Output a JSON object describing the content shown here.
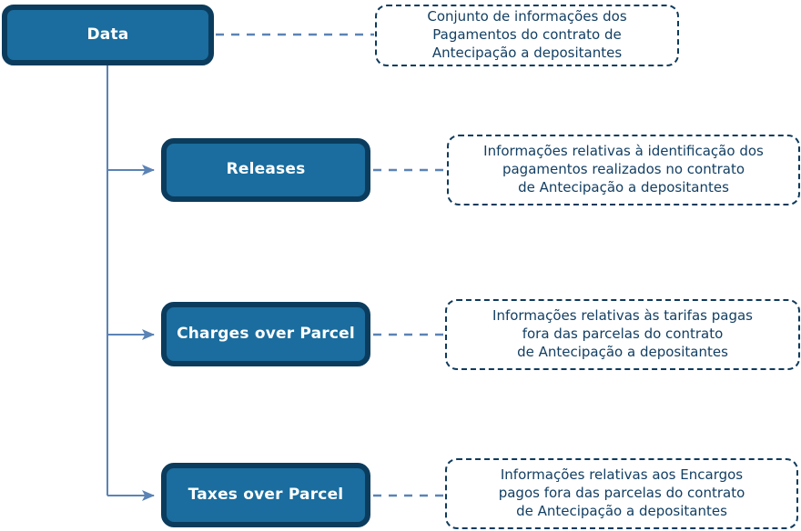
{
  "diagram": {
    "title": "Data hierarchy diagram",
    "colors": {
      "node_fill": "#1a6d9e",
      "node_border": "#0b3c5d",
      "node_text": "#ffffff",
      "connector": "#5b83b5",
      "annotation_border": "#0f3a5c",
      "annotation_text": "#133f63",
      "background": "#ffffff"
    },
    "nodes": [
      {
        "id": "data",
        "label": "Data"
      },
      {
        "id": "releases",
        "label": "Releases"
      },
      {
        "id": "charges",
        "label": "Charges over Parcel"
      },
      {
        "id": "taxes",
        "label": "Taxes over Parcel"
      }
    ],
    "annotations": [
      {
        "id": "annot-data",
        "text": "Conjunto de informações dos\nPagamentos do contrato de\nAntecipação a depositantes"
      },
      {
        "id": "annot-releases",
        "text": "Informações relativas à identificação dos\npagamentos realizados no contrato\nde Antecipação a depositantes"
      },
      {
        "id": "annot-charges",
        "text": "Informações relativas às tarifas pagas\nfora das parcelas do contrato\nde Antecipação a depositantes"
      },
      {
        "id": "annot-taxes",
        "text": "Informações relativas aos Encargos\npagos fora das parcelas do contrato\nde Antecipação a depositantes"
      }
    ]
  }
}
